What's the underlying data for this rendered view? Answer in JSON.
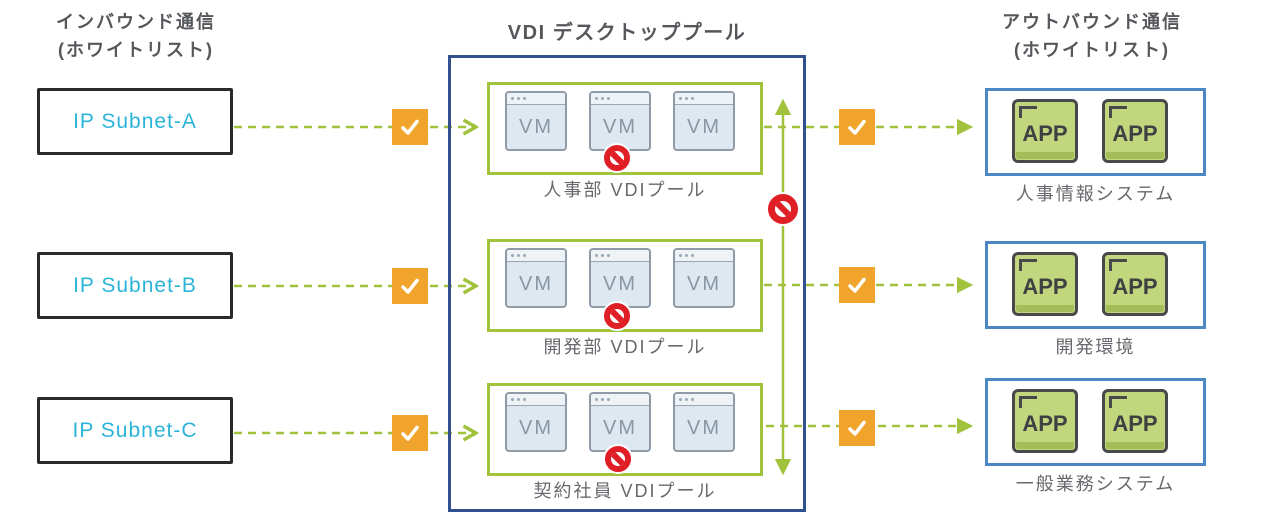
{
  "diagram": {
    "inbound": {
      "header_line1": "インバウンド通信",
      "header_line2": "(ホワイトリスト)",
      "subnets": [
        {
          "label": "IP Subnet-A"
        },
        {
          "label": "IP Subnet-B"
        },
        {
          "label": "IP Subnet-C"
        }
      ]
    },
    "vdi": {
      "title": "VDI デスクトッププール",
      "vm_label": "VM",
      "pools": [
        {
          "label": "人事部 VDIプール"
        },
        {
          "label": "開発部 VDIプール"
        },
        {
          "label": "契約社員 VDIプール"
        }
      ]
    },
    "outbound": {
      "header_line1": "アウトバウンド通信",
      "header_line2": "(ホワイトリスト)",
      "app_label": "APP",
      "systems": [
        {
          "label": "人事情報システム"
        },
        {
          "label": "開発環境"
        },
        {
          "label": "一般業務システム"
        }
      ]
    },
    "colors": {
      "line_green": "#a0c23c",
      "vdi_border_blue": "#30508e",
      "system_border_blue": "#4d86c5",
      "subnet_text_cyan": "#2cb4d8",
      "allow_orange": "#f1a42c",
      "deny_red": "#e01e25"
    }
  }
}
